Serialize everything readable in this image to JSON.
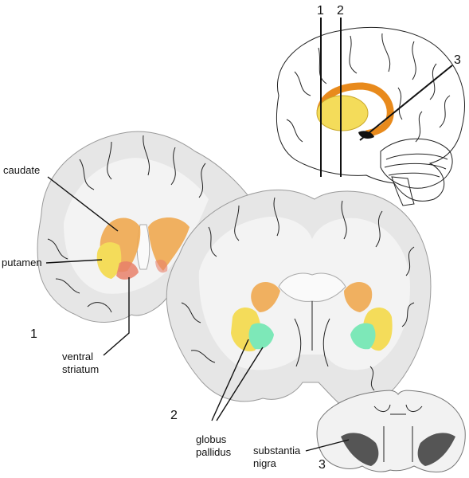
{
  "labels": {
    "caudate": "caudate",
    "putamen": "putamen",
    "ventral_striatum_line1": "ventral",
    "ventral_striatum_line2": "striatum",
    "globus_pallidus_line1": "globus",
    "globus_pallidus_line2": "pallidus",
    "substantia_nigra_line1": "substantia",
    "substantia_nigra_line2": "nigra"
  },
  "section_numbers": {
    "section_1": "1",
    "section_2": "2",
    "section_3": "3",
    "plane_1": "1",
    "plane_2": "2",
    "plane_3": "3"
  },
  "colors": {
    "caudate": "#f0a850",
    "putamen": "#f4dc5a",
    "ventral_striatum": "#e8806a",
    "globus_pallidus": "#7de8b8",
    "striatum_outline": "#e88a1c",
    "substantia_nigra": "#555555",
    "brain_tissue": "#e6e6e6",
    "white_matter": "#f3f3f3"
  }
}
